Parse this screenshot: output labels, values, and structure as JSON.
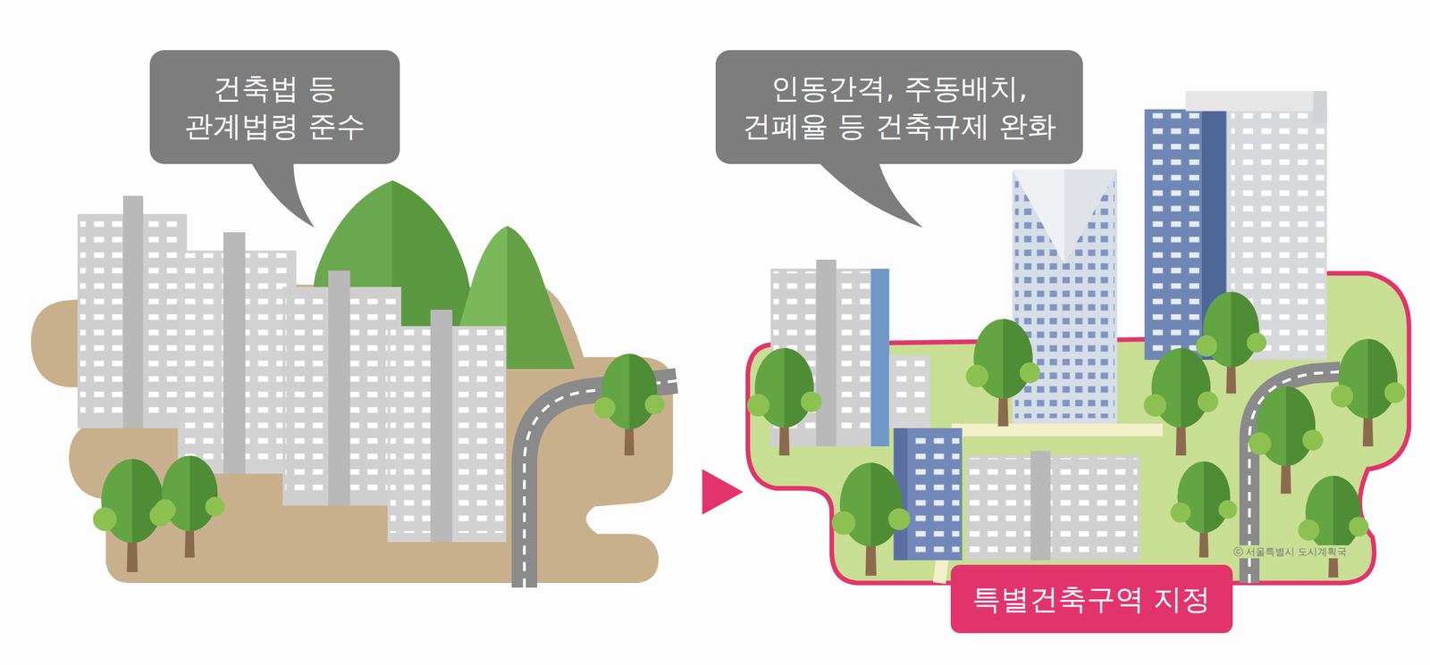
{
  "diagram": {
    "nodes": [
      {
        "text": [
          "건축법 등 관계법령 준수"
        ]
      },
      {
        "text": [
          "인동간격, 주동배치, 건폐율 등 건축규제 완화"
        ]
      },
      {
        "text": [
          "특별건축구역 지정"
        ]
      }
    ],
    "labels": [
      "ⓒ 서울특별시 도시계획국"
    ]
  }
}
